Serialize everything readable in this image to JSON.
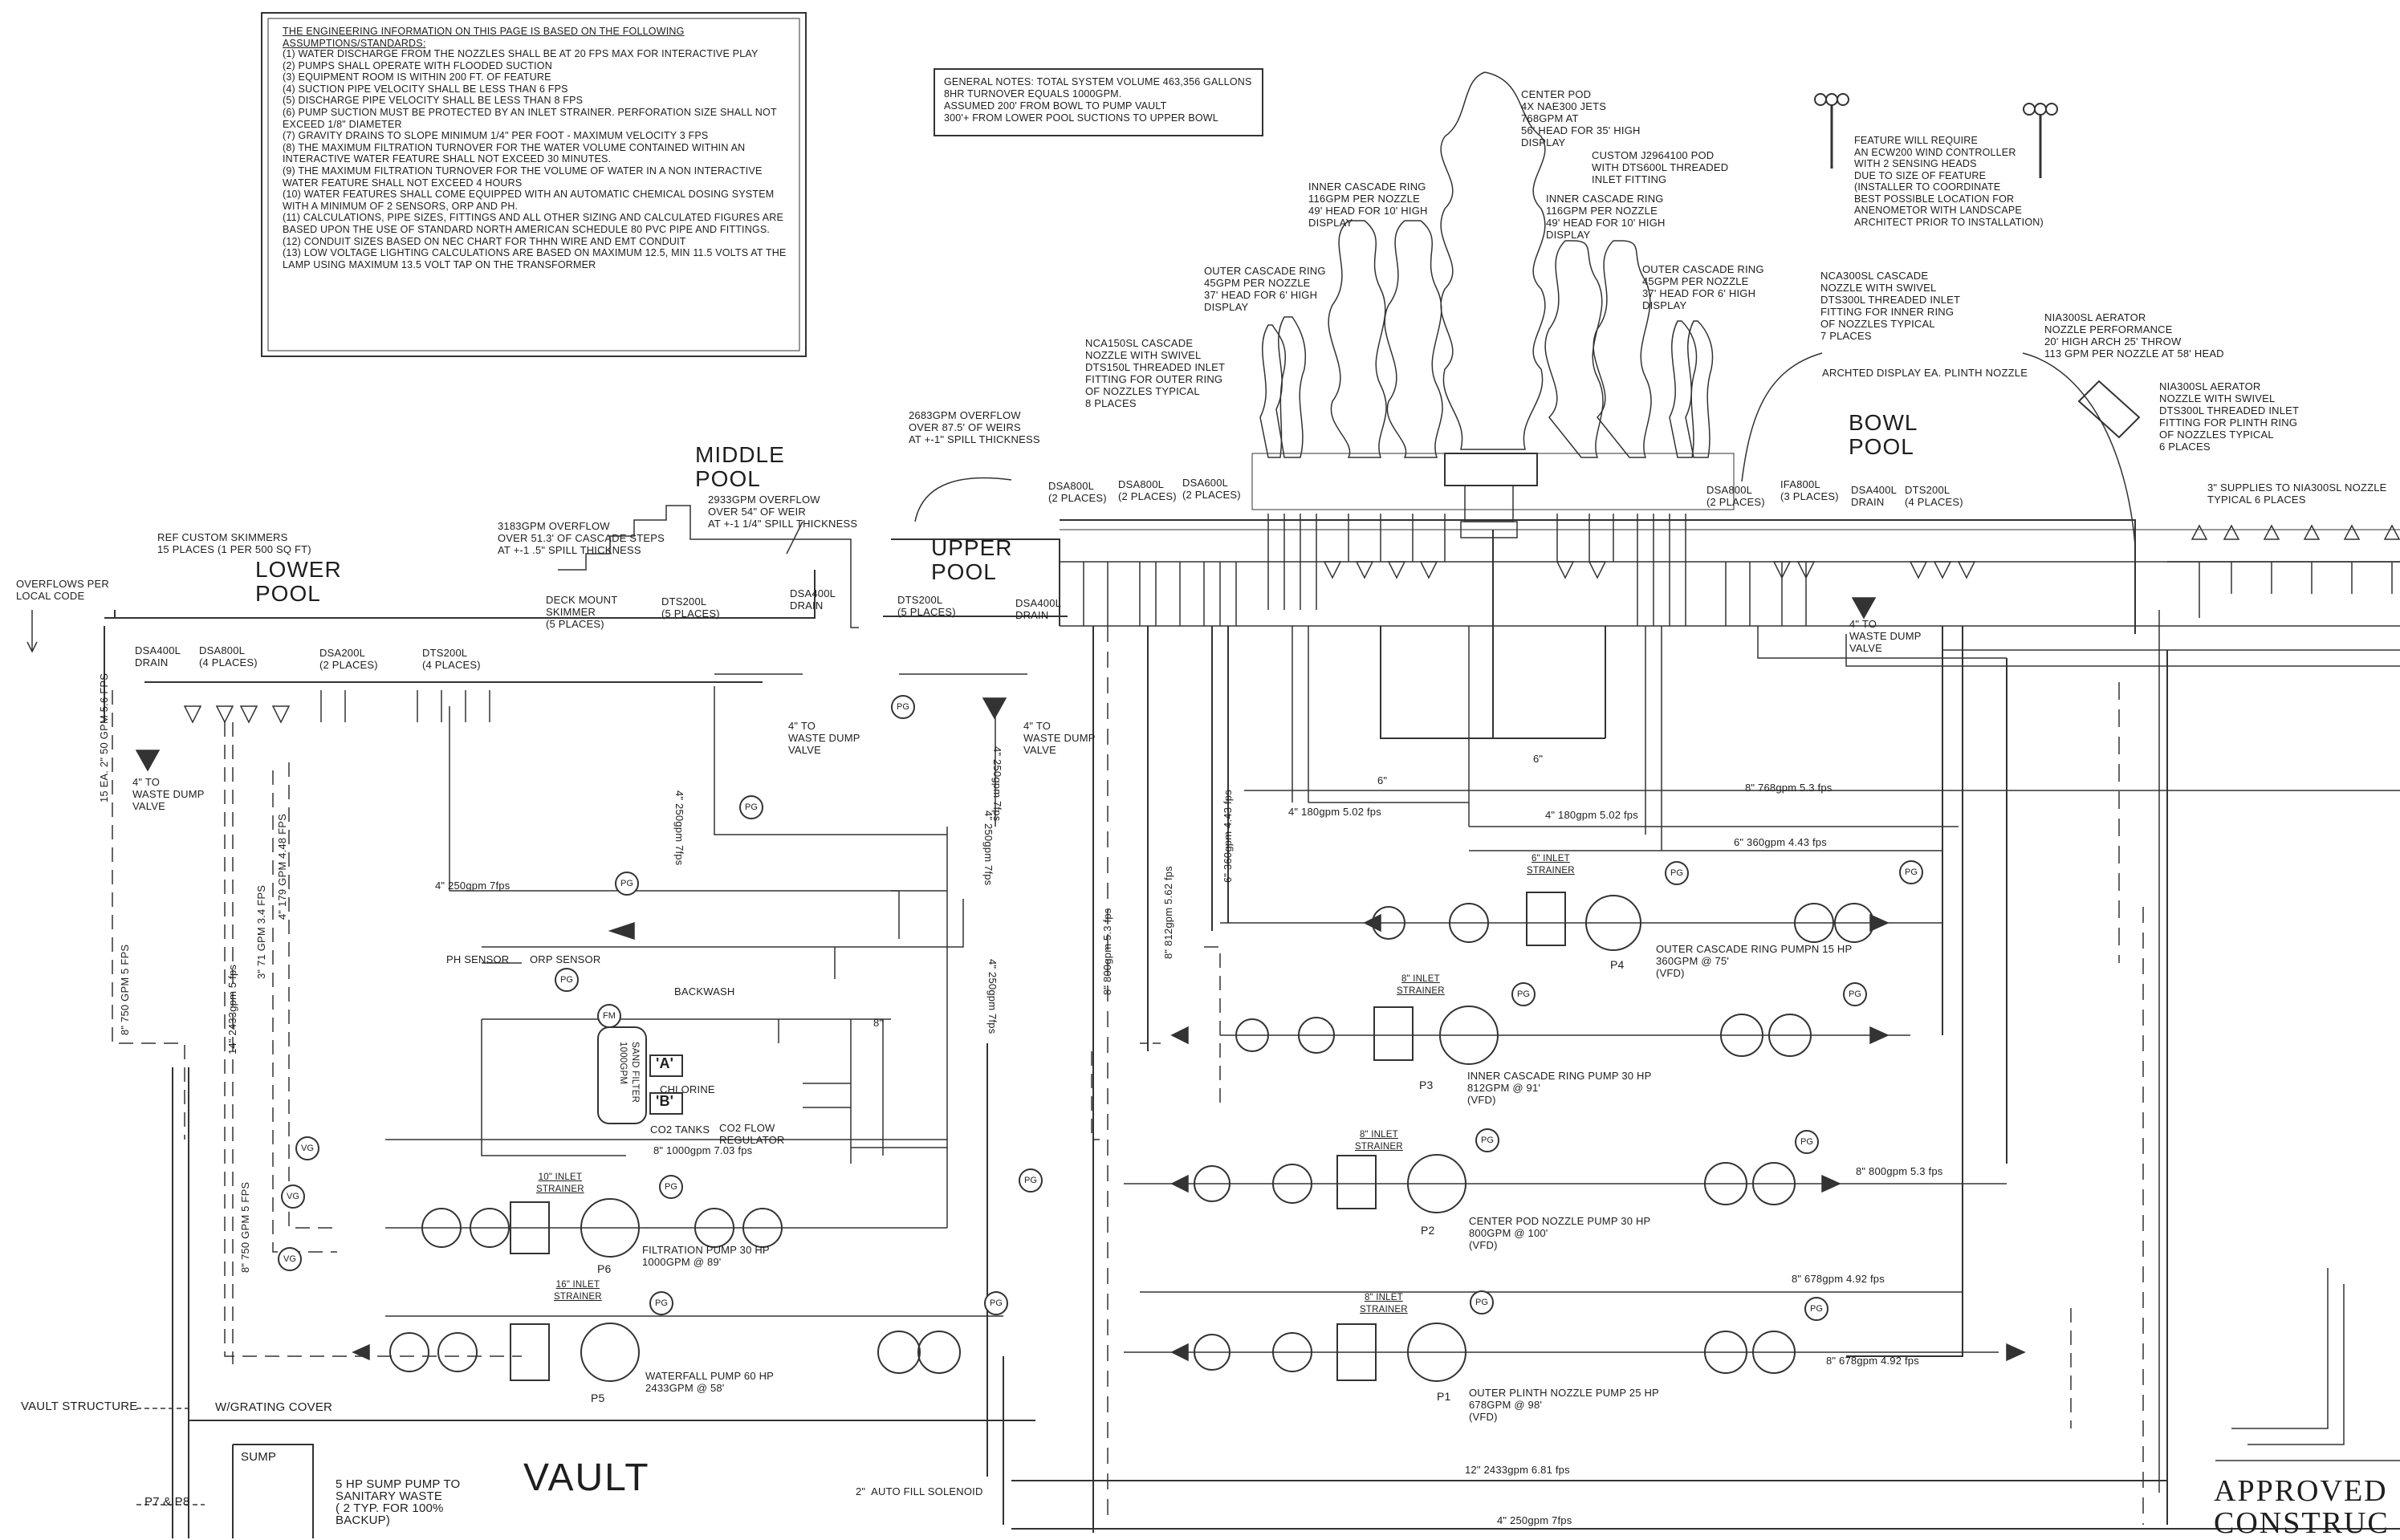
{
  "eng_notes": {
    "title": "THE ENGINEERING INFORMATION ON THIS PAGE IS BASED ON THE FOLLOWING ASSUMPTIONS/STANDARDS:",
    "items": [
      "(1) WATER DISCHARGE FROM THE NOZZLES SHALL BE AT 20 FPS MAX FOR INTERACTIVE PLAY",
      "(2) PUMPS SHALL OPERATE WITH FLOODED SUCTION",
      "(3) EQUIPMENT ROOM IS WITHIN 200 FT. OF FEATURE",
      "(4) SUCTION PIPE VELOCITY SHALL BE LESS THAN 6 FPS",
      "(5) DISCHARGE PIPE VELOCITY SHALL BE LESS THAN 8 FPS",
      "(6) PUMP SUCTION MUST BE PROTECTED BY AN INLET STRAINER. PERFORATION SIZE SHALL NOT EXCEED 1/8\" DIAMETER",
      "(7) GRAVITY DRAINS TO SLOPE MINIMUM 1/4\" PER FOOT - MAXIMUM VELOCITY 3 FPS",
      "(8) THE MAXIMUM FILTRATION TURNOVER FOR THE WATER VOLUME CONTAINED WITHIN AN INTERACTIVE WATER FEATURE SHALL NOT EXCEED 30 MINUTES.",
      "(9) THE MAXIMUM FILTRATION TURNOVER FOR THE VOLUME OF WATER IN A NON INTERACTIVE WATER FEATURE SHALL NOT EXCEED 4 HOURS",
      "(10) WATER FEATURES SHALL COME EQUIPPED WITH AN AUTOMATIC CHEMICAL DOSING SYSTEM WITH A MINIMUM OF 2 SENSORS, ORP AND PH.",
      "(11) CALCULATIONS, PIPE SIZES, FITTINGS AND ALL OTHER SIZING AND CALCULATED FIGURES ARE BASED UPON THE USE OF STANDARD NORTH AMERICAN SCHEDULE 80 PVC PIPE AND FITTINGS.",
      "(12) CONDUIT SIZES BASED ON NEC CHART FOR THHN WIRE AND EMT CONDUIT",
      "(13) LOW VOLTAGE LIGHTING CALCULATIONS ARE BASED ON MAXIMUM 12.5, MIN 11.5 VOLTS AT THE LAMP USING MAXIMUM 13.5 VOLT TAP ON THE TRANSFORMER"
    ]
  },
  "general_notes": "GENERAL NOTES: TOTAL SYSTEM VOLUME 463,356 GALLONS\n8HR TURNOVER EQUALS 1000GPM.\nASSUMED 200' FROM BOWL TO PUMP VAULT\n300'+ FROM LOWER POOL SUCTIONS TO UPPER BOWL",
  "wind_note": "FEATURE WILL REQUIRE\nAN ECW200 WIND CONTROLLER\nWITH 2 SENSING HEADS\nDUE TO SIZE OF FEATURE\n(INSTALLER TO COORDINATE\nBEST POSSIBLE LOCATION FOR\nANENOMETOR WITH LANDSCAPE\nARCHITECT PRIOR TO INSTALLATION)",
  "pools": {
    "lower": "LOWER\nPOOL",
    "middle": "MIDDLE\nPOOL",
    "upper": "UPPER\nPOOL",
    "bowl": "BOWL\nPOOL"
  },
  "callouts": {
    "center_pod": "CENTER POD\n4X NAE300 JETS\n768GPM AT\n56' HEAD FOR 35' HIGH\nDISPLAY",
    "custom_pod": "CUSTOM J2964100 POD\nWITH DTS600L THREADED\nINLET FITTING",
    "inner_ring_left": "INNER CASCADE RING\n116GPM PER NOZZLE\n49' HEAD FOR 10' HIGH\nDISPLAY",
    "inner_ring_right": "INNER CASCADE RING\n116GPM PER NOZZLE\n49' HEAD FOR 10' HIGH\nDISPLAY",
    "outer_ring_left": "OUTER CASCADE RING\n45GPM PER NOZZLE\n37' HEAD FOR 6' HIGH\nDISPLAY",
    "outer_ring_right": "OUTER CASCADE RING\n45GPM PER NOZZLE\n37' HEAD FOR 6' HIGH\nDISPLAY",
    "nca150sl": "NCA150SL CASCADE\nNOZZLE WITH SWIVEL\nDTS150L THREADED INLET\nFITTING FOR OUTER RING\nOF NOZZLES TYPICAL\n8 PLACES",
    "nca300sl": "NCA300SL CASCADE\nNOZZLE WITH SWIVEL\nDTS300L THREADED INLET\nFITTING FOR INNER RING\nOF NOZZLES TYPICAL\n7 PLACES",
    "nia300sl_perf": "NIA300SL AERATOR\nNOZZLE PERFORMANCE\n20' HIGH ARCH 25' THROW\n113 GPM PER NOZZLE AT 58' HEAD",
    "nia300sl": "NIA300SL AERATOR\nNOZZLE WITH SWIVEL\nDTS300L THREADED INLET\nFITTING FOR PLINTH RING\nOF NOZZLES TYPICAL\n6 PLACES",
    "arched": "ARCHTED DISPLAY EA. PLINTH NOZZLE",
    "supplies": "3\" SUPPLIES TO NIA300SL NOZZLE\nTYPICAL 6 PLACES",
    "overflow_2683": "2683GPM OVERFLOW\nOVER 87.5' OF WEIRS\nAT +-1\" SPILL THICKNESS",
    "overflow_2933": "2933GPM OVERFLOW\nOVER 54\" OF WEIR\nAT +-1 1/4\" SPILL THICKNESS",
    "overflow_3183": "3183GPM OVERFLOW\nOVER 51.3' OF CASCADE STEPS\nAT +-1 .5\" SPILL THICKNESS",
    "ref_skimmers": "REF CUSTOM SKIMMERS\n15 PLACES (1 PER 500 SQ FT)",
    "overflows_local": "OVERFLOWS PER\nLOCAL CODE",
    "deck_skimmer": "DECK MOUNT\nSKIMMER\n(5 PLACES)"
  },
  "fittings": {
    "lp_dsa400": "DSA400L\nDRAIN",
    "lp_dsa800": "DSA800L\n(4 PLACES)",
    "lp_dsa200": "DSA200L\n(2 PLACES)",
    "lp_dts200": "DTS200L\n(4 PLACES)",
    "mp_dts200": "DTS200L\n(5 PLACES)",
    "mp_dsa400": "DSA400L\nDRAIN",
    "up_dts200": "DTS200L\n(5 PLACES)",
    "up_dsa400": "DSA400L\nDRAIN",
    "b_dsa800_a": "DSA800L\n(2 PLACES)",
    "b_dsa800_b": "DSA800L\n(2 PLACES)",
    "b_dsa600": "DSA600L\n(2 PLACES)",
    "b_dsa800_c": "DSA800L\n(2 PLACES)",
    "b_ifa800": "IFA800L\n(3 PLACES)",
    "b_dsa400": "DSA400L\nDRAIN",
    "b_dts200": "DTS200L\n(4 PLACES)",
    "waste_lp": "4\" TO\nWASTE DUMP\nVALVE",
    "waste_mp": "4\" TO\nWASTE DUMP\nVALVE",
    "waste_up": "4\" TO\nWASTE DUMP\nVALVE",
    "waste_b": "4\" TO\nWASTE DUMP\nVALVE"
  },
  "pipes": {
    "p768": "8\" 768gpm 5.3 fps",
    "p180a": "4\" 180gpm 5.02 fps",
    "p180b": "4\" 180gpm 5.02 fps",
    "p360h": "6\" 360gpm 4.43 fps",
    "p800h": "8\" 800gpm 5.3 fps",
    "p678a": "8\" 678gpm 4.92 fps",
    "p678b": "8\" 678gpm 4.92 fps",
    "p2433": "12\" 2433gpm 6.81 fps",
    "p250a": "4\" 250gpm 7fps",
    "p250b": "4\" 250gpm 7fps",
    "p1000": "8\" 1000gpm 7.03 fps",
    "v250a": "4\" 250gpm 7fps",
    "v250b": "4\" 250gpm 7fps",
    "v250c": "4\" 250gpm 7fps",
    "v250d": "4\" 250gpm 7fps",
    "v800": "8\" 800gpm 5.3 fps",
    "v812": "8\" 812gpm 5.62 fps",
    "v360": "6\" 360gpm 4.43 fps",
    "v2433": "14\" 2433gpm 5 fps",
    "v179": "4\" 179 GPM 4.48 FPS",
    "v71": "3\" 71 GPM 3.4 FPS",
    "v750a": "8\" 750 GPM 5 FPS",
    "v750b": "8\" 750 GPM 5 FPS",
    "v50": "15 EA. 2\" 50 GPM 5.6 FPS",
    "s6a": "6\"",
    "s6b": "6\"",
    "s8": "8\""
  },
  "pumps": {
    "outer": "OUTER CASCADE RING PUMPN 15 HP\n360GPM @ 75'\n(VFD)",
    "inner": "INNER CASCADE RING PUMP 30 HP\n812GPM @ 91'\n(VFD)",
    "center": "CENTER POD NOZZLE PUMP 30 HP\n800GPM @ 100'\n(VFD)",
    "plinth": "OUTER PLINTH NOZZLE PUMP 25 HP\n678GPM @ 98'\n(VFD)",
    "filtration": "FILTRATION PUMP 30 HP\n1000GPM @ 89'",
    "waterfall": "WATERFALL PUMP 60 HP\n2433GPM @ 58'",
    "P1": "P1",
    "P2": "P2",
    "P3": "P3",
    "P4": "P4",
    "P5": "P5",
    "P6": "P6",
    "strainer6": "6\" INLET\nSTRAINER",
    "strainer8a": "8\" INLET\nSTRAINER",
    "strainer8b": "8\" INLET\nSTRAINER",
    "strainer8c": "8\" INLET\nSTRAINER",
    "strainer10": "10\" INLET\nSTRAINER",
    "strainer16": "16\" INLET\nSTRAINER"
  },
  "equipment": {
    "ph": "PH SENSOR",
    "orp": "ORP SENSOR",
    "backwash": "BACKWASH",
    "sand_filter": "SAND FILTER\n1000GPM",
    "chlorine": "CHLORINE",
    "co2_tanks": "CO2 TANKS",
    "co2_reg": "CO2 FLOW\nREGULATOR",
    "A": "'A'",
    "B": "'B'",
    "PG": "PG",
    "VG": "VG",
    "FM": "FM"
  },
  "vault": {
    "vault": "VAULT",
    "structure": "VAULT STRUCTURE",
    "grating": "W/GRATING COVER",
    "sump": "SUMP",
    "p7p8": "P7 & P8",
    "sump_pump": "5 HP SUMP PUMP TO\nSANITARY WASTE\n( 2 TYP. FOR 100%\nBACKUP)",
    "auto_fill": "2\"  AUTO FILL SOLENOID"
  },
  "stamp": "APPROVED\nCONSTRUC"
}
